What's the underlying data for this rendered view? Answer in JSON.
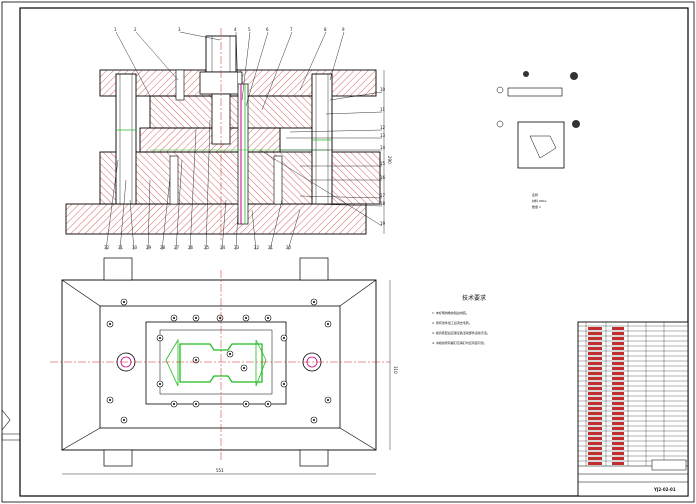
{
  "top_view": {
    "part_numbers": [
      "1",
      "2",
      "3",
      "4",
      "5",
      "6",
      "7",
      "8",
      "9",
      "10",
      "11",
      "12",
      "13",
      "14",
      "15",
      "16",
      "17",
      "18",
      "19",
      "20",
      "21",
      "22",
      "23",
      "24",
      "25",
      "26",
      "27",
      "28",
      "29",
      "30",
      "31",
      "32"
    ],
    "dim_height": "290"
  },
  "plan_view": {
    "dim_width": "551",
    "dim_height": "310"
  },
  "part_drawing": {
    "lines": [
      "名称",
      "材料 08AL",
      "数量 1"
    ]
  },
  "tech_requirements": {
    "title": "技术要求",
    "items": [
      "1. 未标明倒角的锐边倒钝。",
      "2. 所有零件加工后须去毛刺。",
      "3. 模具装配后应保证各活动部件运动灵活。",
      "4. 冲模的所有螺钉及销钉均应紧固可靠。"
    ]
  },
  "title_block": {
    "drawing_no": "YJ2-02-01"
  },
  "colors": {
    "line": "#000000",
    "hatch": "#d04040",
    "center": "#cc2222",
    "part": "#22bb22",
    "accent": "#c00080",
    "body": "#ffffff"
  }
}
